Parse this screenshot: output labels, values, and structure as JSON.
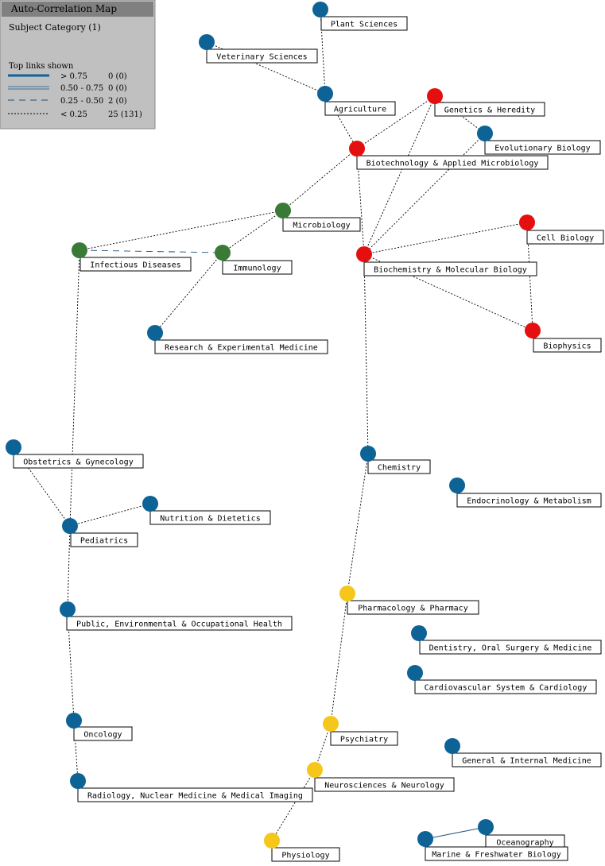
{
  "legend": {
    "title": "Auto-Correlation Map",
    "subtitle": "Subject Category (1)",
    "header": "Top links shown",
    "rows": [
      {
        "range": "> 0.75",
        "count": "0 (0)",
        "style": "thick"
      },
      {
        "range": "0.50 - 0.75",
        "count": "0 (0)",
        "style": "double"
      },
      {
        "range": "0.25 - 0.50",
        "count": "2 (0)",
        "style": "dashed"
      },
      {
        "range": "< 0.25",
        "count": "25 (131)",
        "style": "dotted"
      }
    ]
  },
  "colors": {
    "blue": "#0d6296",
    "red": "#e60f0f",
    "green": "#3a7a37",
    "yellow": "#f5c71b"
  },
  "nodes": [
    {
      "id": "plant",
      "label": "Plant Sciences",
      "color": "blue"
    },
    {
      "id": "vet",
      "label": "Veterinary Sciences",
      "color": "blue"
    },
    {
      "id": "agri",
      "label": "Agriculture",
      "color": "blue"
    },
    {
      "id": "genetics",
      "label": "Genetics & Heredity",
      "color": "red"
    },
    {
      "id": "evo",
      "label": "Evolutionary Biology",
      "color": "blue"
    },
    {
      "id": "biotech",
      "label": "Biotechnology & Applied Microbiology",
      "color": "red"
    },
    {
      "id": "micro",
      "label": "Microbiology",
      "color": "green"
    },
    {
      "id": "infect",
      "label": "Infectious Diseases",
      "color": "green"
    },
    {
      "id": "immuno",
      "label": "Immunology",
      "color": "green"
    },
    {
      "id": "cellbio",
      "label": "Cell Biology",
      "color": "red"
    },
    {
      "id": "biochem",
      "label": "Biochemistry & Molecular Biology",
      "color": "red"
    },
    {
      "id": "research",
      "label": "Research & Experimental Medicine",
      "color": "blue"
    },
    {
      "id": "biophys",
      "label": "Biophysics",
      "color": "red"
    },
    {
      "id": "obgyn",
      "label": "Obstetrics & Gynecology",
      "color": "blue"
    },
    {
      "id": "chem",
      "label": "Chemistry",
      "color": "blue"
    },
    {
      "id": "endo",
      "label": "Endocrinology & Metabolism",
      "color": "blue"
    },
    {
      "id": "nutri",
      "label": "Nutrition & Dietetics",
      "color": "blue"
    },
    {
      "id": "peds",
      "label": "Pediatrics",
      "color": "blue"
    },
    {
      "id": "pharma",
      "label": "Pharmacology & Pharmacy",
      "color": "yellow"
    },
    {
      "id": "pubhealth",
      "label": "Public, Environmental & Occupational Health",
      "color": "blue"
    },
    {
      "id": "dent",
      "label": "Dentistry, Oral Surgery & Medicine",
      "color": "blue"
    },
    {
      "id": "cardio",
      "label": "Cardiovascular System & Cardiology",
      "color": "blue"
    },
    {
      "id": "onco",
      "label": "Oncology",
      "color": "blue"
    },
    {
      "id": "psych",
      "label": "Psychiatry",
      "color": "yellow"
    },
    {
      "id": "genmed",
      "label": "General & Internal Medicine",
      "color": "blue"
    },
    {
      "id": "neuro",
      "label": "Neurosciences & Neurology",
      "color": "yellow"
    },
    {
      "id": "radio",
      "label": "Radiology, Nuclear Medicine & Medical Imaging",
      "color": "blue"
    },
    {
      "id": "ocean",
      "label": "Oceanography",
      "color": "blue"
    },
    {
      "id": "marine",
      "label": "Marine & Freshwater Biology",
      "color": "blue"
    },
    {
      "id": "physio",
      "label": "Physiology",
      "color": "yellow"
    }
  ],
  "edges": [
    {
      "from": "plant",
      "to": "agri",
      "style": "dotted"
    },
    {
      "from": "vet",
      "to": "agri",
      "style": "dotted"
    },
    {
      "from": "agri",
      "to": "biotech",
      "style": "dotted"
    },
    {
      "from": "genetics",
      "to": "biotech",
      "style": "dotted"
    },
    {
      "from": "genetics",
      "to": "evo",
      "style": "dotted"
    },
    {
      "from": "genetics",
      "to": "biochem",
      "style": "dotted"
    },
    {
      "from": "evo",
      "to": "biochem",
      "style": "dotted"
    },
    {
      "from": "biotech",
      "to": "biochem",
      "style": "dotted"
    },
    {
      "from": "biotech",
      "to": "micro",
      "style": "dotted"
    },
    {
      "from": "micro",
      "to": "infect",
      "style": "dotted"
    },
    {
      "from": "micro",
      "to": "immuno",
      "style": "dotted"
    },
    {
      "from": "infect",
      "to": "immuno",
      "style": "dashed"
    },
    {
      "from": "immuno",
      "to": "research",
      "style": "dotted"
    },
    {
      "from": "cellbio",
      "to": "biochem",
      "style": "dotted"
    },
    {
      "from": "cellbio",
      "to": "biophys",
      "style": "dotted"
    },
    {
      "from": "biochem",
      "to": "biophys",
      "style": "dotted"
    },
    {
      "from": "biochem",
      "to": "chem",
      "style": "dotted"
    },
    {
      "from": "infect",
      "to": "peds",
      "style": "dotted"
    },
    {
      "from": "obgyn",
      "to": "peds",
      "style": "dotted"
    },
    {
      "from": "nutri",
      "to": "peds",
      "style": "dotted"
    },
    {
      "from": "peds",
      "to": "pubhealth",
      "style": "dotted"
    },
    {
      "from": "pubhealth",
      "to": "onco",
      "style": "dotted"
    },
    {
      "from": "onco",
      "to": "radio",
      "style": "dotted"
    },
    {
      "from": "chem",
      "to": "pharma",
      "style": "dotted"
    },
    {
      "from": "pharma",
      "to": "psych",
      "style": "dotted"
    },
    {
      "from": "psych",
      "to": "neuro",
      "style": "dotted"
    },
    {
      "from": "neuro",
      "to": "physio",
      "style": "dotted"
    },
    {
      "from": "marine",
      "to": "ocean",
      "style": "solid"
    }
  ]
}
